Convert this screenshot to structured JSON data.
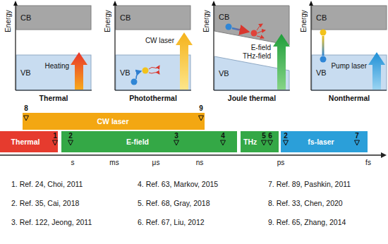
{
  "diagram": {
    "nodes": [
      {
        "text": [
          "CB"
        ]
      },
      {
        "text": [
          "VB"
        ]
      },
      {
        "text": [
          "CB"
        ]
      },
      {
        "text": [
          "VB"
        ]
      },
      {
        "text": [
          "CB"
        ]
      },
      {
        "text": [
          "VB"
        ]
      },
      {
        "text": [
          "CB"
        ]
      },
      {
        "text": [
          "VB"
        ]
      },
      {
        "text": [
          "CW laser"
        ]
      },
      {
        "text": [
          "Thermal"
        ]
      },
      {
        "text": [
          "E-field"
        ]
      },
      {
        "text": [
          "THz"
        ]
      },
      {
        "text": [
          "fs-laser"
        ]
      }
    ],
    "labels": [
      "Energy",
      "Heating",
      "Thermal",
      "Energy",
      "CW laser",
      "Photothermal",
      "Energy",
      "E-field THz-field",
      "Joule thermal",
      "Energy",
      "Pump laser",
      "Nonthermal",
      "8",
      "9",
      "1",
      "2",
      "3",
      "4",
      "5",
      "6",
      "2",
      "7",
      "s",
      "ms",
      "μs",
      "ns",
      "ps",
      "fs",
      "1. Ref. 24, Choi, 2011",
      "4. Ref. 63, Markov, 2015",
      "7. Ref. 89, Pashkin, 2011",
      "2. Ref. 35, Cai, 2018",
      "5. Ref. 68, Gray, 2018",
      "8. Ref. 33, Chen, 2020",
      "3. Ref. 122, Jeong, 2011",
      "6. Ref. 67, Liu, 2012",
      "9. Ref. 65, Zhang, 2014"
    ]
  }
}
